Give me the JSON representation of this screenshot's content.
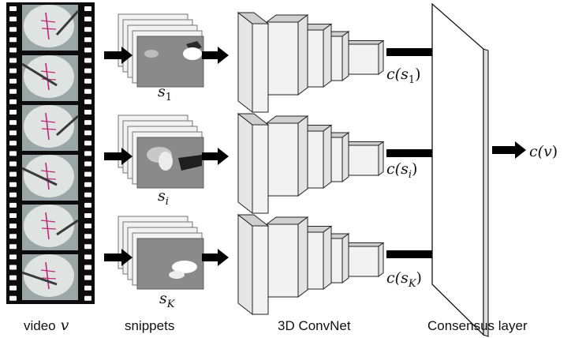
{
  "captions": {
    "video_prefix": "video",
    "video_var": "v",
    "snippets": "snippets",
    "convnet": "3D ConvNet",
    "consensus": "Consensus layer"
  },
  "snippet_labels": [
    {
      "base": "s",
      "sub": "1",
      "sub_italic": false
    },
    {
      "base": "s",
      "sub": "i",
      "sub_italic": true
    },
    {
      "base": "s",
      "sub": "K",
      "sub_italic": true
    }
  ],
  "outputs": [
    {
      "fn": "c(",
      "base": "s",
      "sub": "1",
      "sub_italic": false,
      "close": ")"
    },
    {
      "fn": "c(",
      "base": "s",
      "sub": "i",
      "sub_italic": true,
      "close": ")"
    },
    {
      "fn": "c(",
      "base": "s",
      "sub": "K",
      "sub_italic": true,
      "close": ")"
    }
  ],
  "final_output": {
    "fn": "c(",
    "var": "v",
    "close": ")"
  },
  "colors": {
    "film": "#0c0c0c",
    "frame_bg": "#9aa7a6",
    "tissue": "#dfe3e1",
    "suture": "#c0287a",
    "snippet_frame": "#8a8a8a",
    "snippet_back": "#f2f2f2",
    "cube_front": "#f2f2f2",
    "cube_top": "#cfcfcf",
    "cube_side": "#e2e2e2",
    "arrow": "#000000"
  }
}
